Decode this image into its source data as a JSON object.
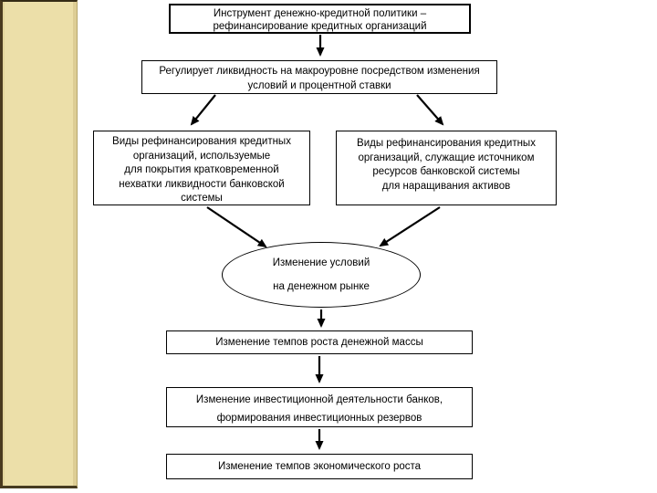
{
  "diagram": {
    "nodes": {
      "instrument": {
        "lines": [
          "Инструмент денежно-кредитной политики –",
          "рефинансирование кредитных организаций"
        ]
      },
      "regulates": {
        "lines": [
          "Регулирует ликвидность на макроуровне посредством изменения",
          "условий и процентной ставки"
        ]
      },
      "types_short_term": {
        "lines": [
          "Виды рефинансирования кредитных",
          "организаций, используемые",
          "для покрытия кратковременной",
          "нехватки ликвидности банковской",
          "системы"
        ]
      },
      "types_resources": {
        "lines": [
          "Виды рефинансирования кредитных",
          "организаций, служащие источником",
          "ресурсов банковской системы",
          "для наращивания активов"
        ]
      },
      "market_conditions": {
        "lines": [
          "Изменение условий",
          "на денежном рынке"
        ]
      },
      "money_supply": {
        "lines": [
          "Изменение темпов роста денежной массы"
        ]
      },
      "investment": {
        "lines": [
          "Изменение инвестиционной деятельности банков,",
          "формирования инвестиционных резервов"
        ]
      },
      "economic_growth": {
        "lines": [
          "Изменение темпов экономического роста"
        ]
      }
    },
    "colors": {
      "background": "#ffffff",
      "sidebar_fill": "#ecdfa9",
      "sidebar_edge_dark": "#4a3a1e",
      "sidebar_edge_tan": "#b7a76d",
      "node_fill": "#ffffff",
      "node_border": "#000000",
      "arrow": "#000000",
      "text": "#000000"
    }
  }
}
